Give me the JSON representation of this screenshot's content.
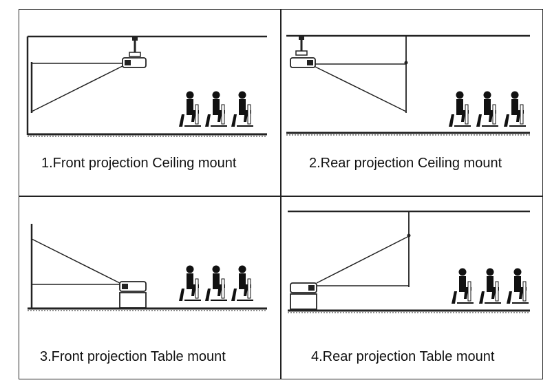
{
  "panels": [
    {
      "caption": "1.Front projection Ceiling mount"
    },
    {
      "caption": "2.Rear projection Ceiling mount"
    },
    {
      "caption": "3.Front projection Table mount"
    },
    {
      "caption": "4.Rear projection Table mount"
    }
  ],
  "colors": {
    "line": "#222222",
    "figure": "#111111"
  }
}
